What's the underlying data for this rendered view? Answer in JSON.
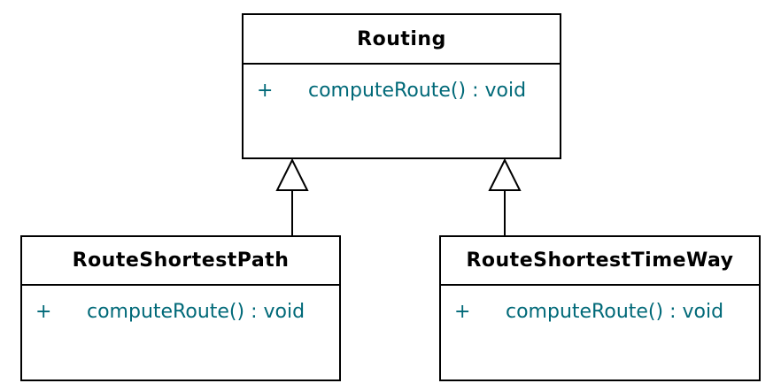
{
  "diagram": {
    "type": "uml-class-diagram",
    "background_color": "#ffffff",
    "line_color": "#000000",
    "title_text_color": "#000000",
    "method_text_color": "#006978",
    "classes": [
      {
        "name": "Routing",
        "methods": [
          {
            "visibility": "+",
            "signature": "computeRoute() : void"
          }
        ]
      },
      {
        "name": "RouteShortestPath",
        "methods": [
          {
            "visibility": "+",
            "signature": "computeRoute() : void"
          }
        ]
      },
      {
        "name": "RouteShortestTimeWay",
        "methods": [
          {
            "visibility": "+",
            "signature": "computeRoute() : void"
          }
        ]
      }
    ],
    "relations": [
      {
        "type": "generalization",
        "from": "RouteShortestPath",
        "to": "Routing"
      },
      {
        "type": "generalization",
        "from": "RouteShortestTimeWay",
        "to": "Routing"
      }
    ]
  }
}
